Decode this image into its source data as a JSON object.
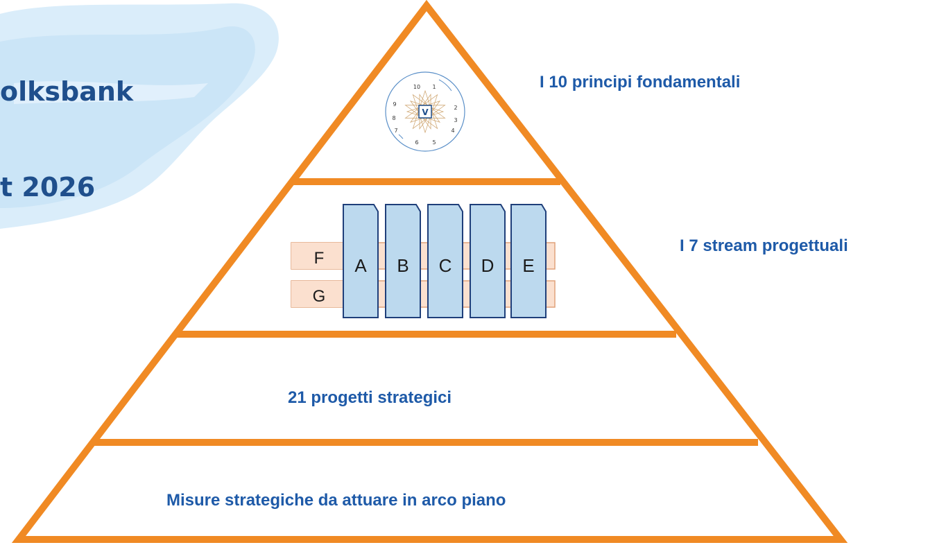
{
  "brand": {
    "name_fragment": "olksbank",
    "year_fragment": "t 2026"
  },
  "colors": {
    "pyramid_stroke": "#f08a24",
    "label_text": "#1e5aa8",
    "column_fill": "#bcd9ee",
    "column_stroke": "#1f3f7a",
    "bar_fill": "#fbe0cf",
    "watercolor": "#cfe6f7"
  },
  "pyramid": {
    "levels": [
      {
        "label": "I 10 principi fondamentali",
        "icon": "principles-wheel-icon"
      },
      {
        "label": "I 7 stream progettuali",
        "icon": "streams-grid-icon"
      },
      {
        "label": "21 progetti strategici"
      },
      {
        "label": "Misure strategiche da attuare in arco piano"
      }
    ]
  },
  "streams": {
    "columns": [
      "A",
      "B",
      "C",
      "D",
      "E"
    ],
    "rows": [
      "F",
      "G"
    ]
  },
  "principles_wheel": {
    "numbers": [
      "10",
      "1",
      "2",
      "3",
      "4",
      "5",
      "6",
      "7",
      "8",
      "9"
    ],
    "center": "V"
  }
}
